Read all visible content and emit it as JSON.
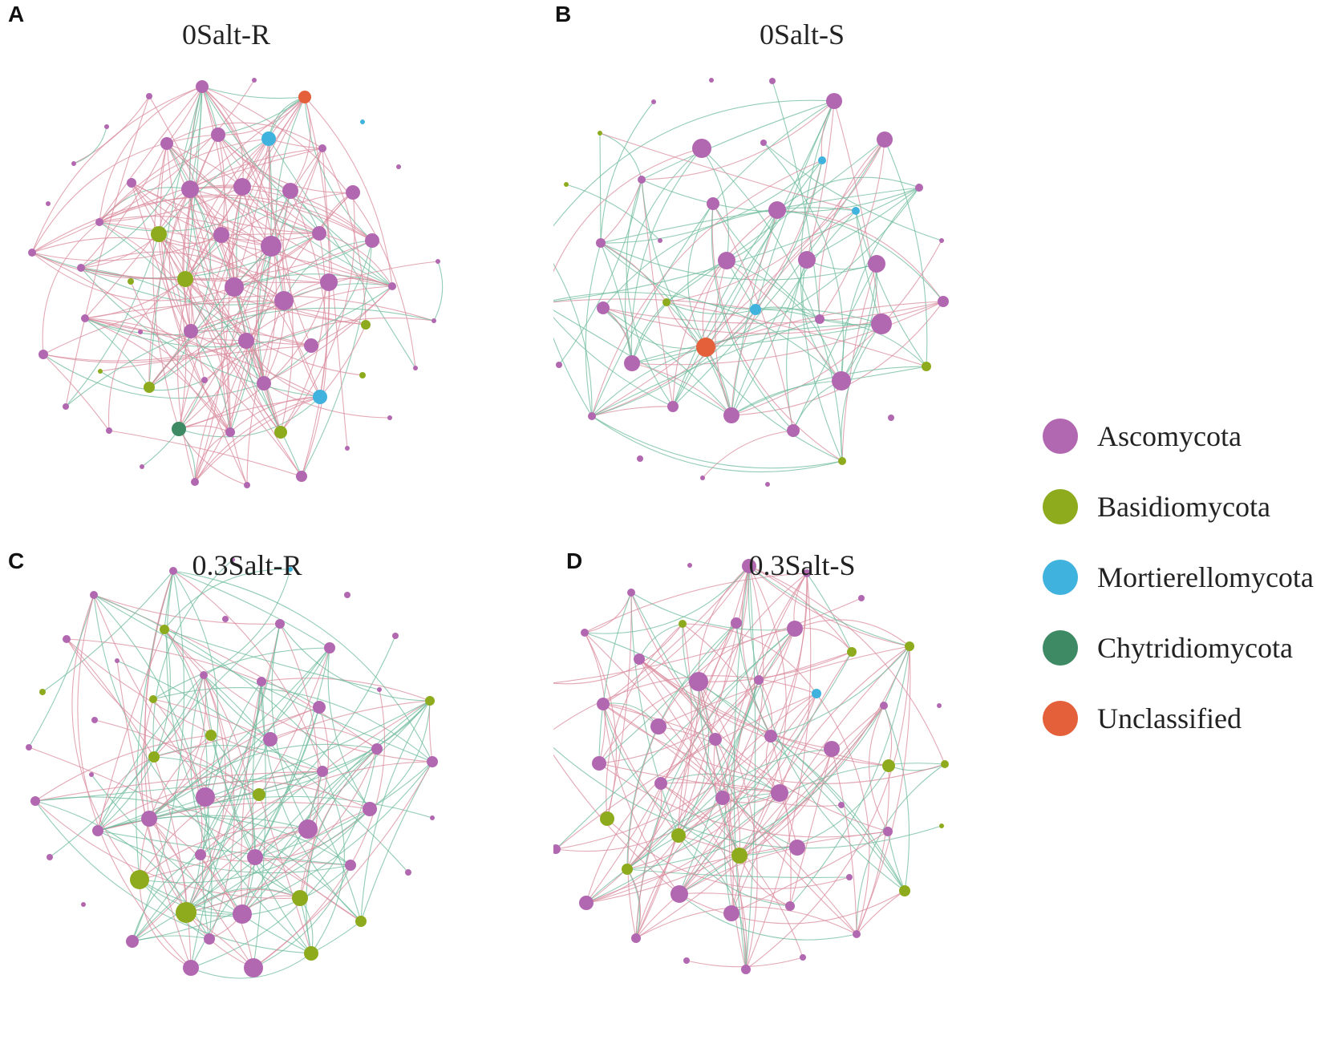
{
  "legend": {
    "items": [
      {
        "label": "Ascomycota",
        "color": "#b268b0"
      },
      {
        "label": "Basidiomycota",
        "color": "#8eab1e"
      },
      {
        "label": "Mortierellomycota",
        "color": "#3fb2dd"
      },
      {
        "label": "Chytridiomycota",
        "color": "#3d8a65"
      },
      {
        "label": "Unclassified",
        "color": "#e4603a"
      }
    ]
  },
  "edge_colors": {
    "positive": "#d98b9c",
    "negative": "#6dbb9c"
  },
  "panels": [
    {
      "letter": "A",
      "title": "0Salt-R"
    },
    {
      "letter": "B",
      "title": "0Salt-S"
    },
    {
      "letter": "C",
      "title": "0.3Salt-R"
    },
    {
      "letter": "D",
      "title": "0.3Salt-S"
    }
  ]
}
